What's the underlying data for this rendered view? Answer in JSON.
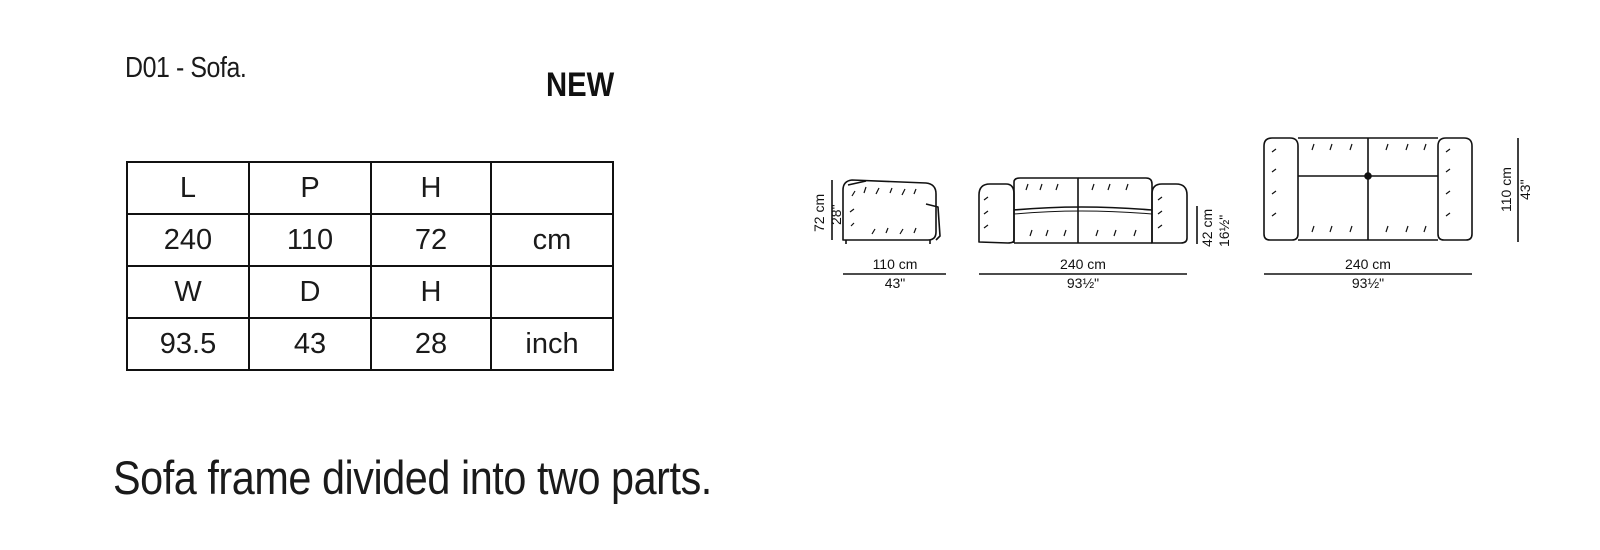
{
  "title": "D01 - Sofa.",
  "badge": "NEW",
  "dimensions_table": {
    "rows": [
      [
        "L",
        "P",
        "H",
        ""
      ],
      [
        "240",
        "110",
        "72",
        "cm"
      ],
      [
        "W",
        "D",
        "H",
        ""
      ],
      [
        "93.5",
        "43",
        "28",
        "inch"
      ]
    ]
  },
  "note": "Sofa frame divided into two parts.",
  "drawings": {
    "side_view": {
      "height_cm": "72 cm",
      "height_in": "28\"",
      "depth_cm": "110 cm",
      "depth_in": "43\""
    },
    "front_view": {
      "width_cm": "240 cm",
      "width_in": "93½\"",
      "seat_height_cm": "42 cm",
      "seat_height_in": "16½\""
    },
    "top_view": {
      "width_cm": "240 cm",
      "width_in": "93½\"",
      "depth_cm": "110 cm",
      "depth_in": "43\""
    }
  }
}
